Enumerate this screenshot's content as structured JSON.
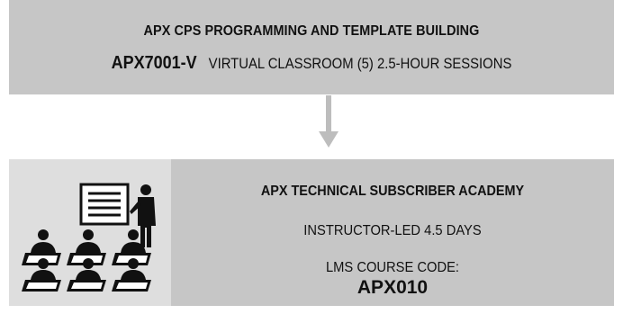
{
  "top_box": {
    "title": "APX CPS PROGRAMMING AND TEMPLATE BUILDING",
    "course_code": "APX7001-V",
    "course_description": "VIRTUAL CLASSROOM (5) 2.5-HOUR SESSIONS"
  },
  "bottom_box": {
    "title": "APX TECHNICAL SUBSCRIBER ACADEMY",
    "delivery": "INSTRUCTOR-LED 4.5 DAYS",
    "lms_label": "LMS COURSE CODE:",
    "lms_code": "APX010"
  },
  "icons": {
    "flow": "arrow-down-icon",
    "classroom": "classroom-icon"
  },
  "colors": {
    "box_fill": "#c6c6c6",
    "icon_panel_fill": "#dedede",
    "arrow": "#bdbdbd",
    "text": "#111111"
  }
}
